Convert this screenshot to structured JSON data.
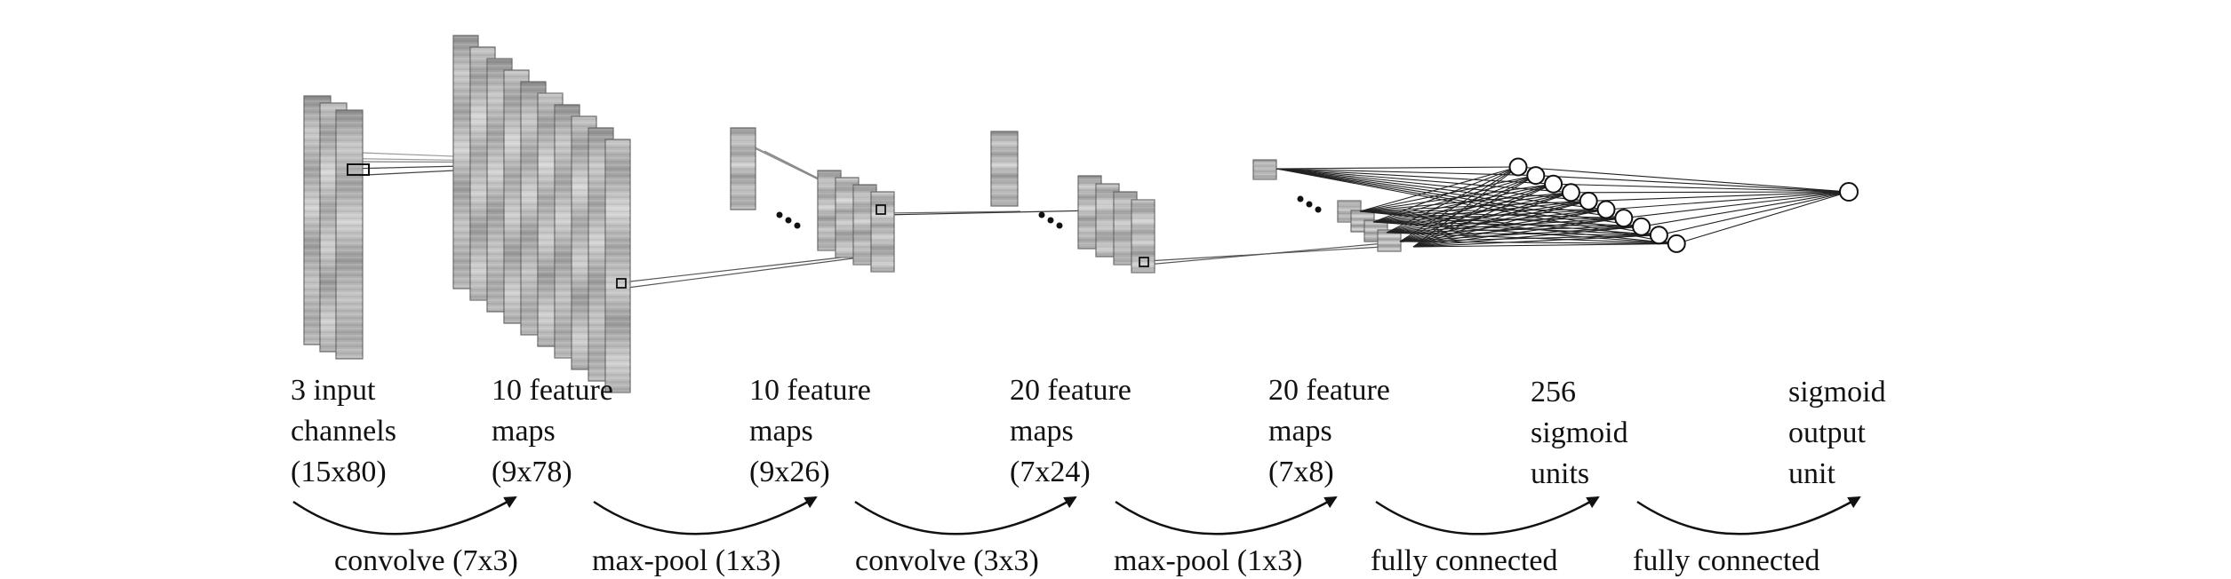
{
  "stages": [
    {
      "lines": [
        "3 input",
        "channels",
        "(15x80)"
      ]
    },
    {
      "lines": [
        "10 feature",
        "maps",
        "(9x78)"
      ]
    },
    {
      "lines": [
        "10 feature",
        "maps",
        "(9x26)"
      ]
    },
    {
      "lines": [
        "20 feature",
        "maps",
        "(7x24)"
      ]
    },
    {
      "lines": [
        "20 feature",
        "maps",
        "(7x8)"
      ]
    },
    {
      "lines": [
        "256",
        "sigmoid",
        "units"
      ]
    },
    {
      "lines": [
        "sigmoid",
        "output",
        "unit"
      ]
    }
  ],
  "operations": [
    "convolve (7x3)",
    "max-pool (1x3)",
    "convolve (3x3)",
    "max-pool (1x3)",
    "fully connected",
    "fully connected"
  ],
  "ellipsis": "..."
}
